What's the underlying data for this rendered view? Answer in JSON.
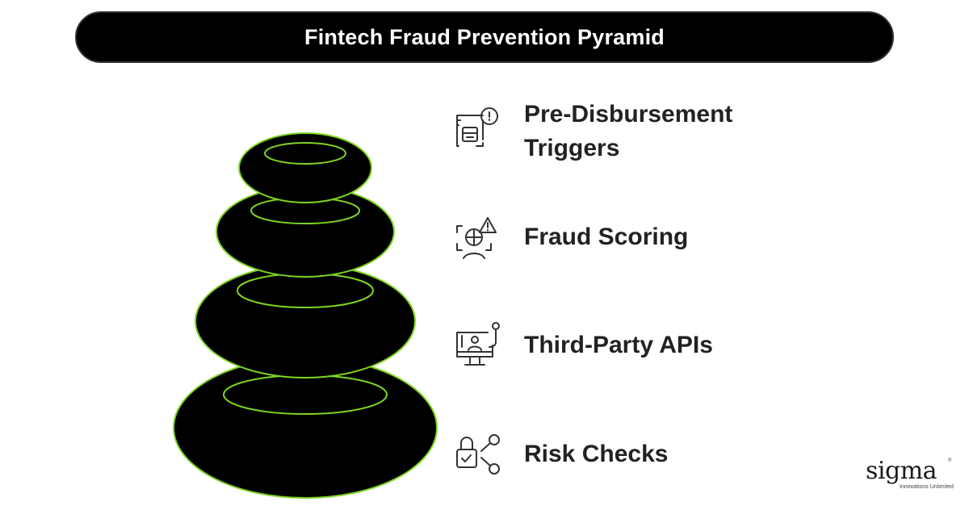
{
  "title": "Fintech Fraud Prevention Pyramid",
  "layers": [
    {
      "label": "Pre-Disbursement Triggers",
      "icon": "document-alert-icon"
    },
    {
      "label": "Fraud Scoring",
      "icon": "face-scan-alert-icon"
    },
    {
      "label": "Third-Party APIs",
      "icon": "monitor-user-icon"
    },
    {
      "label": "Risk Checks",
      "icon": "lock-share-icon"
    }
  ],
  "colors": {
    "ring_fill": "#000000",
    "ring_outline": "#7ed321",
    "title_bg": "#000000",
    "text": "#222222"
  },
  "logo": {
    "word": "sigma",
    "tagline": "Innovations Unlimited",
    "mark": "®"
  }
}
